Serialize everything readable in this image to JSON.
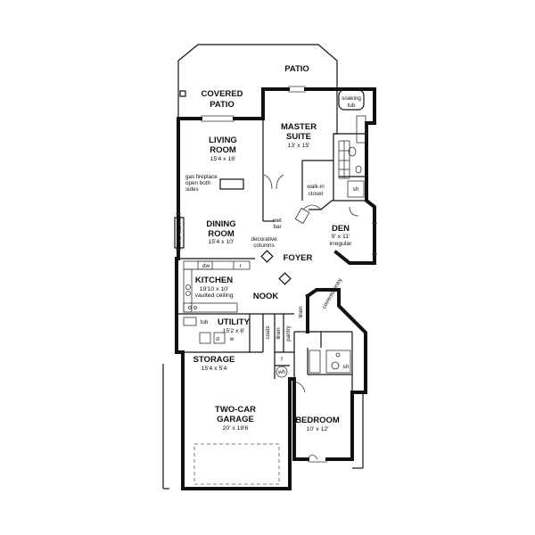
{
  "rooms": {
    "patio": "PATIO",
    "covered_patio": [
      "COVERED",
      "PATIO"
    ],
    "living_room": [
      "LIVING",
      "ROOM"
    ],
    "living_room_dim": "15'4 x 16'",
    "master_suite": [
      "MASTER",
      "SUITE"
    ],
    "master_suite_dim": "13' x 15'",
    "dining_room": [
      "DINING",
      "ROOM"
    ],
    "dining_room_dim": "15'4 x 10'",
    "den": "DEN",
    "den_dim": [
      "9' x 11'",
      "irregular"
    ],
    "foyer": "FOYER",
    "kitchen": "KITCHEN",
    "kitchen_dim": [
      "19'10 x 10'",
      "vaulted ceiling"
    ],
    "nook": "NOOK",
    "utility": "UTILITY",
    "utility_dim": "15'2 x 6'",
    "storage": "STORAGE",
    "storage_dim": "15'4 x 5'4",
    "garage": [
      "TWO-CAR",
      "GARAGE"
    ],
    "garage_dim": "20' x 19'6",
    "bedroom": "BEDROOM",
    "bedroom_dim": "10' x 12'"
  },
  "annotations": {
    "soaking_tub": [
      "soaking",
      "tub"
    ],
    "gas_fireplace": [
      "gas fireplace",
      "open both",
      "sides"
    ],
    "walk_in_closet": [
      "walk-in",
      "closet"
    ],
    "wet_bar": [
      "wet",
      "bar"
    ],
    "china_cabinet": "china cabinet",
    "decorative_columns": [
      "decorative",
      "columns"
    ],
    "covered_entry": "covered entry"
  },
  "fixtures": {
    "sh": "sh",
    "dw": "dw",
    "r": "r",
    "tub": "tub",
    "d": "d",
    "w": "w",
    "f": "f",
    "wh": "wh",
    "coats": "coats",
    "linen": "linen",
    "pantry": "pantry",
    "linen2": "linen"
  }
}
